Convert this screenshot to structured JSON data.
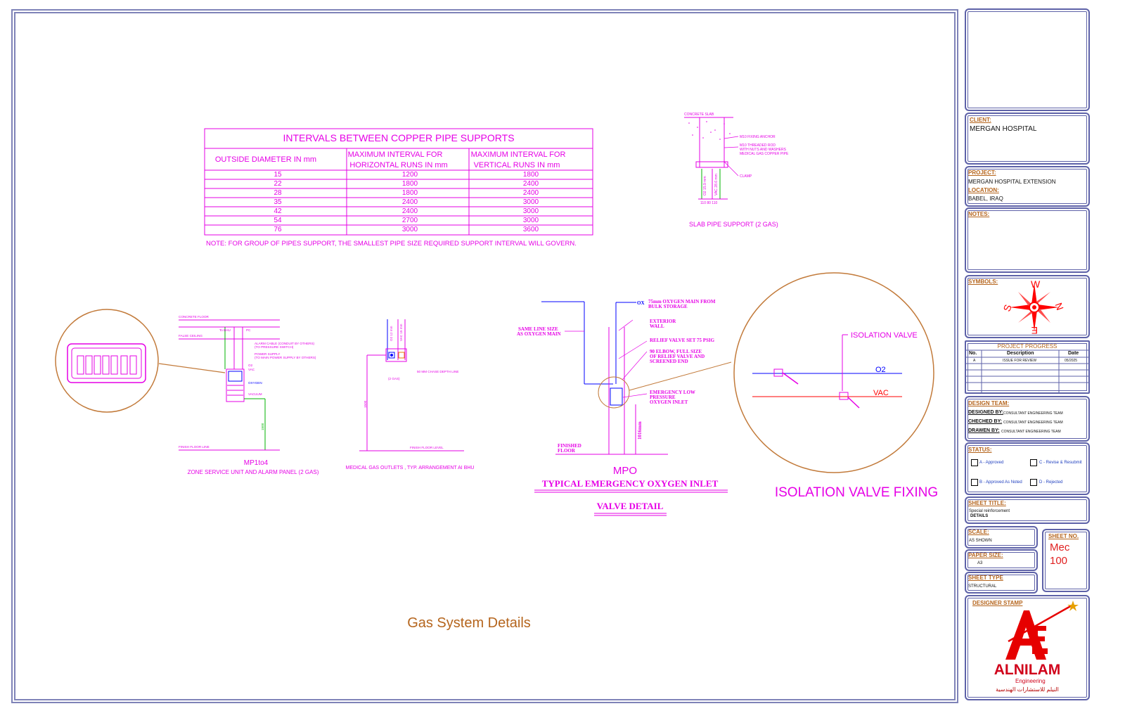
{
  "pipe_table": {
    "title": "INTERVALS BETWEEN COPPER PIPE SUPPORTS",
    "headers": [
      "OUTSIDE DIAMETER IN mm",
      "MAXIMUM INTERVAL FOR HORIZONTAL RUNS IN mm",
      "MAXIMUM INTERVAL FOR VERTICAL RUNS IN mm"
    ],
    "header_lines": {
      "col1": "OUTSIDE DIAMETER IN mm",
      "col2a": "MAXIMUM INTERVAL FOR",
      "col2b": "HORIZONTAL RUNS IN mm",
      "col3a": "MAXIMUM INTERVAL FOR",
      "col3b": "VERTICAL RUNS IN mm"
    },
    "rows": [
      [
        "15",
        "1200",
        "1800"
      ],
      [
        "22",
        "1800",
        "2400"
      ],
      [
        "28",
        "1800",
        "2400"
      ],
      [
        "35",
        "2400",
        "3000"
      ],
      [
        "42",
        "2400",
        "3000"
      ],
      [
        "54",
        "2700",
        "3000"
      ],
      [
        "76",
        "3000",
        "3600"
      ]
    ],
    "note": "NOTE: FOR GROUP OF PIPES SUPPORT, THE SMALLEST PIPE SIZE REQUIRED SUPPORT INTERVAL WILL GOVERN."
  },
  "slab_support": {
    "title": "SLAB PIPE SUPPORT (2 GAS)",
    "labels": {
      "concrete": "CONCRETE SLAB",
      "anchor": "M10 FIXING ANCHOR",
      "rod1": "M10 THREADED ROD",
      "rod2": "WITH NUTS AND WASHERS",
      "pipe": "MEDICAL GAS COPPER PIPE",
      "clamp": "CLAMP",
      "o2": "O2 15.9 mm",
      "vac": "VAC 28.6 mm",
      "dims": "110  80  110"
    }
  },
  "zone_panel": {
    "code": "MP1to4",
    "title": "ZONE SERVICE UNIT AND ALARM PANEL (2 GAS)",
    "labels": {
      "concrete_floor": "CONCRETE FLOOR",
      "false_ceiling": "FALSE CEILING",
      "alarm_cable": "ALARM CABLE (CONDUIT BY OTHERS)",
      "alarm_cable2": "(TO PRESSURE SWITCH)",
      "power": "POWER SUPPLY",
      "power2": "(TO MAIN POWER SUPPLY BY OTHERS)",
      "o2": "O2",
      "vac": "VAC",
      "oxygen": "OXYGEN",
      "vacuum": "VACUUM",
      "finish_floor": "FINISH FLOOR LINE",
      "to_bhu": "To BHU",
      "pc": "PC",
      "dim": "1500"
    }
  },
  "outlets": {
    "title": "MEDICAL GAS OUTLETS , TYP. ARRANGEMENT AI BHU",
    "labels": {
      "o2": "O2 12 mm",
      "vac": "VAC 15 mm",
      "two_gas": "(2 GAS)",
      "depth": "50 MM CHASE DEPTH LINE",
      "dim": "1500",
      "floor": "FINISH FLOOR LEVEL"
    }
  },
  "emergency_inlet": {
    "code": "MPO",
    "title1": "TYPICAL EMERGENCY OXYGEN INLET",
    "title2": "VALVE DETAIL",
    "labels": {
      "main1": "75mm OXYGEN MAIN FROM",
      "main2": "BULK STORAGE",
      "ox": "OX",
      "exterior1": "EXTERIOR",
      "exterior2": "WALL",
      "same1": "SAME LINE SIZE",
      "same2": "AS OXYGEN MAIN",
      "relief": "RELIEF VALVE SET  75 PSIG",
      "elbow1": "90 ELBOW, FULL SIZE",
      "elbow2": "OF RELIEF VALVE AND",
      "elbow3": "SCREENED END",
      "emerg1": "EMERGENCY LOW",
      "emerg2": "PRESSURE",
      "emerg3": "OXYGEN INLET",
      "finished1": "FINISHED",
      "finished2": "FLOOR",
      "dim": "1016mm"
    }
  },
  "isolation": {
    "title": "ISOLATION VALVE FIXING",
    "label": "ISOLATION VALVE",
    "o2": "O2",
    "vac": "VAC"
  },
  "main_caption": "Gas System Details",
  "title_block": {
    "client_label": "CLIENT:",
    "client": "MERGAN HOSPITAL",
    "project_label": "PROJECT:",
    "project": "MERGAN HOSPITAL EXTENSION",
    "location_label": "LOCATION:",
    "location": "BABEL, IRAQ",
    "notes_label": "NOTES:",
    "symbols_label": "SYMBOLS:",
    "compass": {
      "w": "W",
      "n": "N",
      "s": "S",
      "e": "E"
    },
    "progress_title": "PROJECT PROGRESS",
    "progress_headers": [
      "No.",
      "Description",
      "Date"
    ],
    "progress_rows": [
      [
        "A",
        "ISSUE FOR REVIEW",
        "05/2025"
      ]
    ],
    "design_team_label": "DESIGN TEAM:",
    "designed_by_label": "DESIGNED BY:",
    "designed_by": "CONSULTANT ENGINEERING TEAM",
    "checked_by_label": "CHECHED BY:",
    "checked_by": "CONSULTANT ENGINEERING TEAM",
    "drawn_by_label": "DRAWEN BY:",
    "drawn_by": "CONSULTANT ENGINEERING TEAM",
    "status_label": "STATUS:",
    "status": {
      "a": "A - Approved",
      "b": "B - Approved As Noted",
      "c": "C - Revise & Resubmit",
      "d": "D - Rejected"
    },
    "sheet_title_label": "SHEET TITLE:",
    "sheet_title_1": "Special reinforcement",
    "sheet_title_2": "DETAILS",
    "scale_label": "SCALE:",
    "scale": "AS SHOWN",
    "paper_label": "PAPER SIZE:",
    "paper": "A3",
    "sheet_type_label": "SHEET TYPE",
    "sheet_type": "STRUCTURAL",
    "sheet_no_label": "SHEET NO.",
    "sheet_no_1": "Mec",
    "sheet_no_2": "100",
    "stamp_label": "DESIGNER STAMP",
    "logo": {
      "letters": "AE",
      "name": "ALNILAM",
      "sub": "Engineering",
      "arabic": "النيلم للاستشارات الهندسية"
    }
  },
  "colors": {
    "magenta": "#e600e6",
    "blue": "#0000ff",
    "green": "#00b300",
    "red": "#ff0000",
    "brown": "#b5651d",
    "border": "#5e62a8"
  }
}
